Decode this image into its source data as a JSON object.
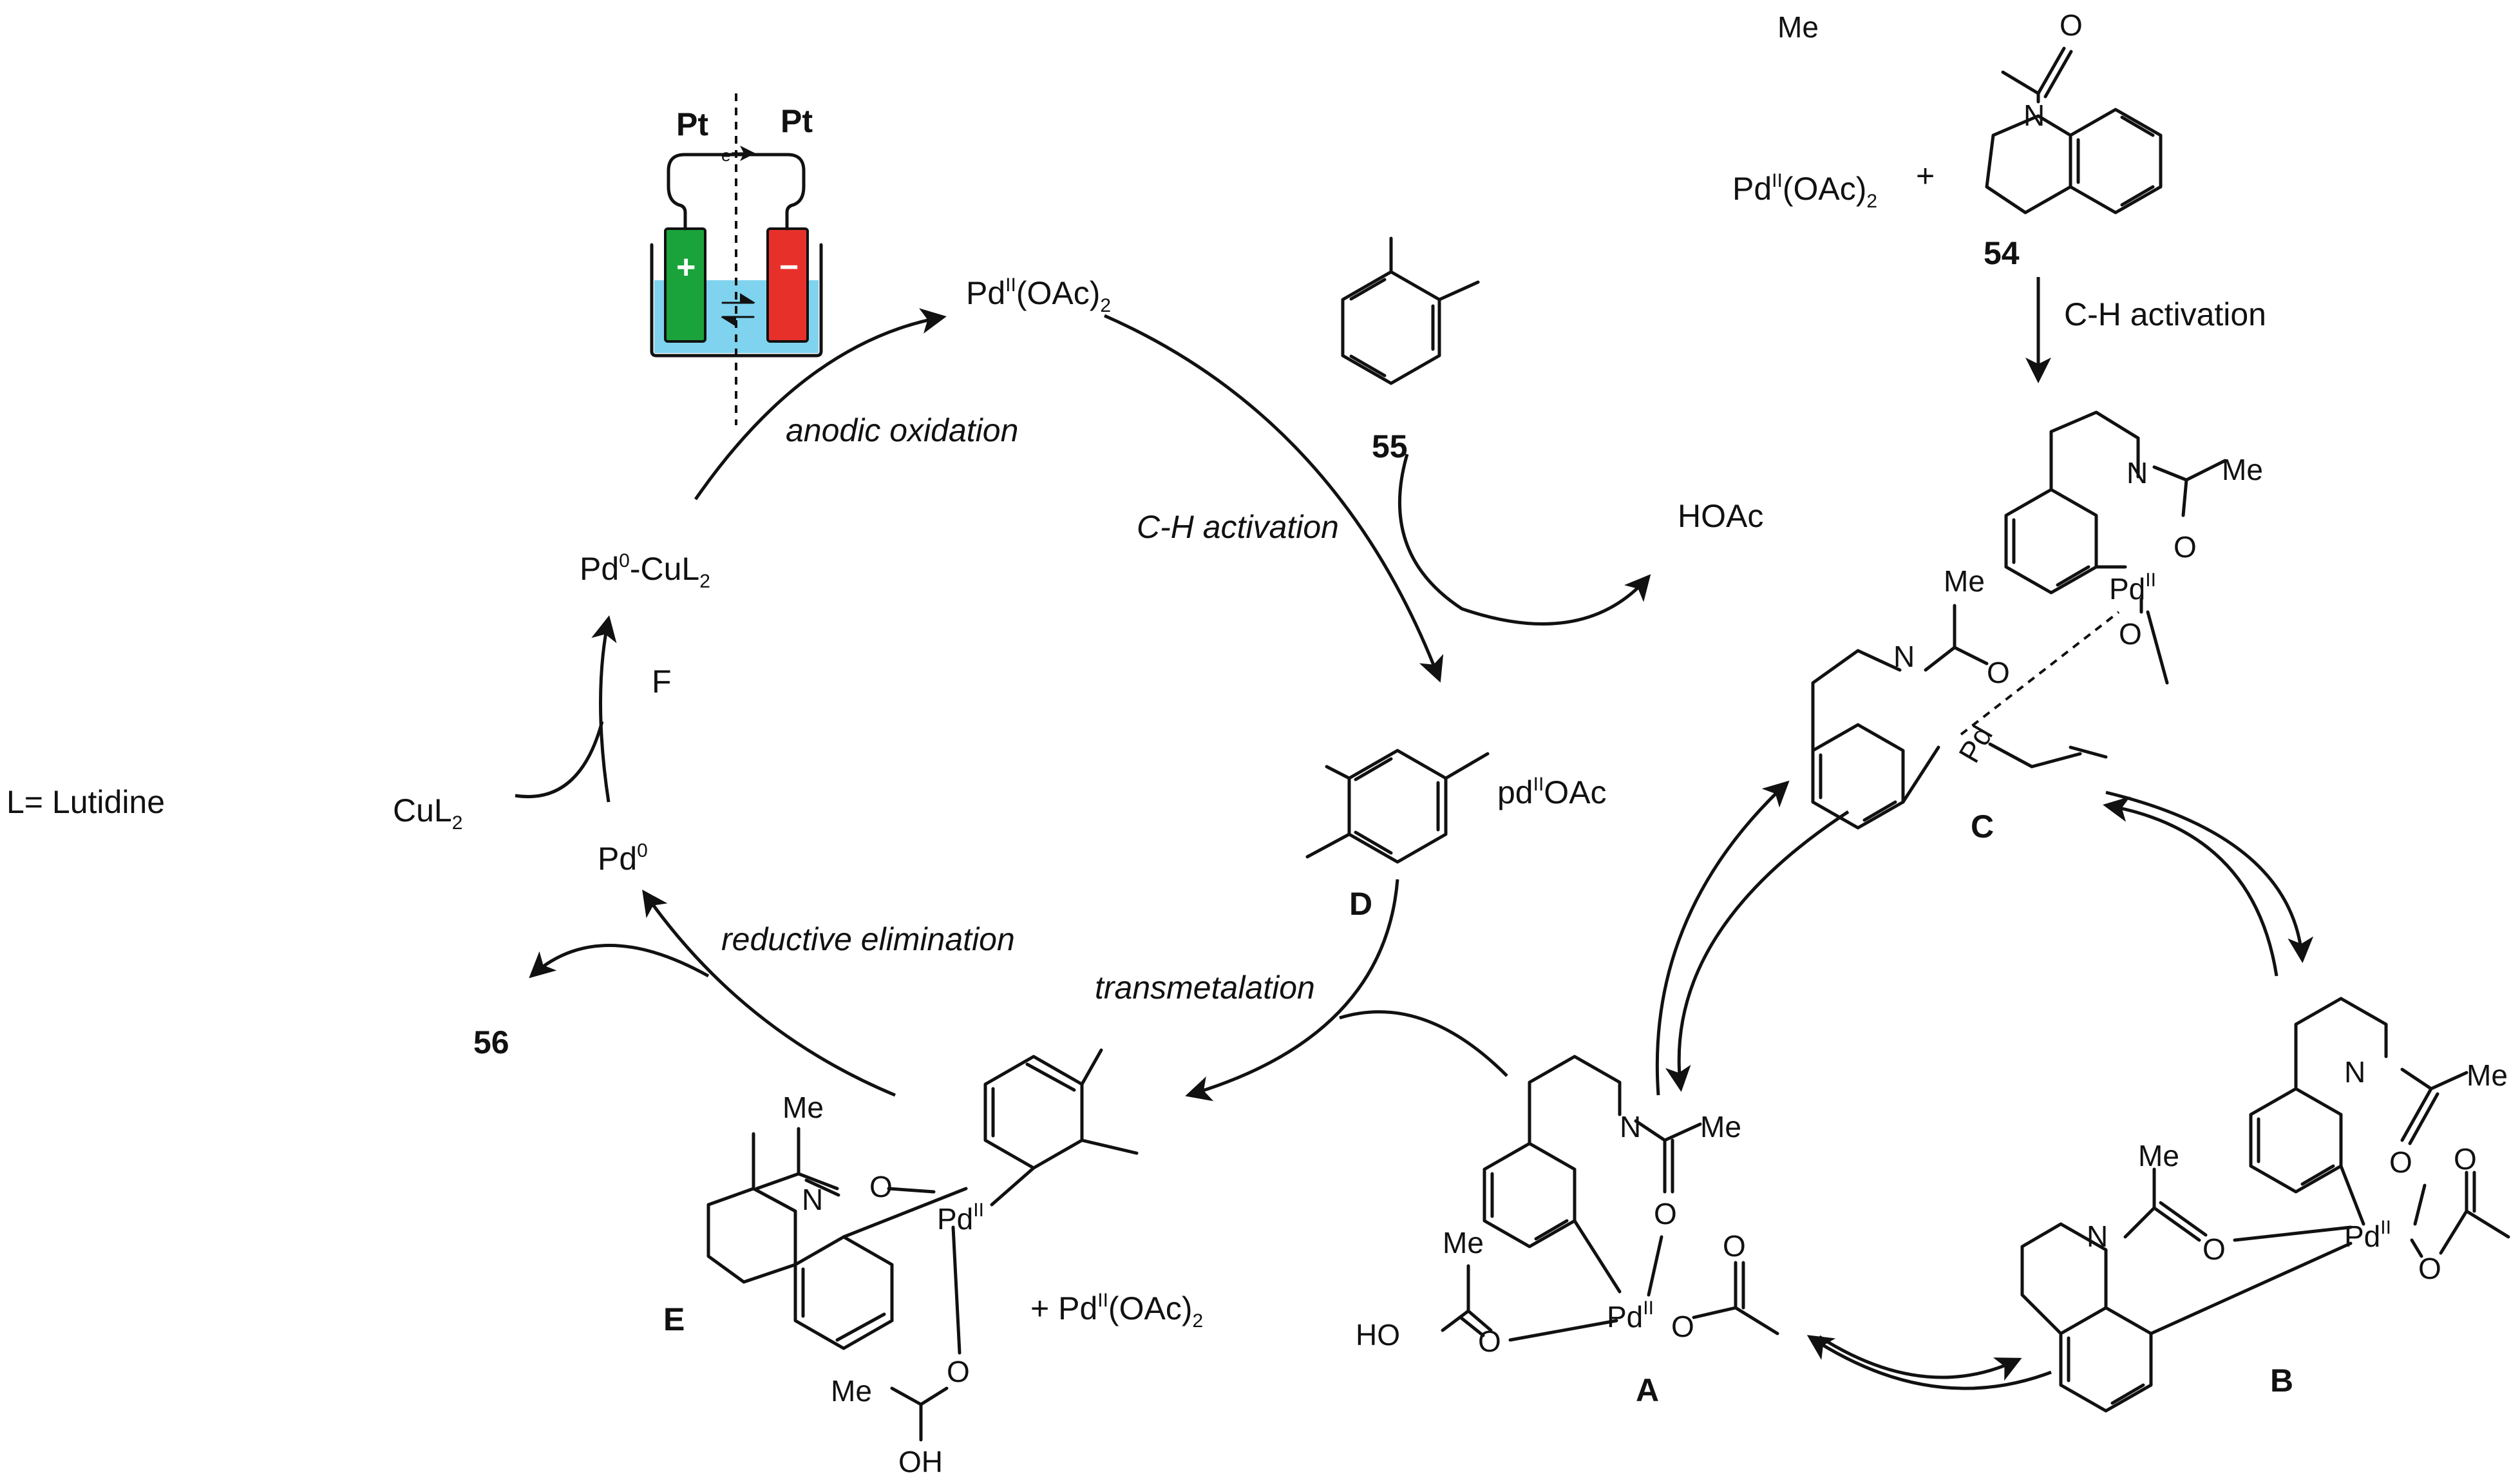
{
  "cell": {
    "anode_label": "Pt",
    "cathode_label": "Pt",
    "electron_label": "e⁻",
    "plus": "+",
    "minus": "−",
    "anode_color": "#1aa33a",
    "cathode_color": "#e8302a",
    "electrolyte_color": "#7fd3ee"
  },
  "cycle": {
    "pd2_oac2": "Pd",
    "pd2_oac2_sup": "II",
    "pd2_oac2_rest": "(OAc)",
    "pd2_oac2_sub": "2",
    "anodic_oxidation": "anodic oxidation",
    "ch_activation": "C-H activation",
    "hoac": "HOAc",
    "compound_55": "55",
    "pd0cu_a": "Pd",
    "pd0cu_sup": "0",
    "pd0cu_b": "-CuL",
    "pd0cu_sub": "2",
    "f_label": "F",
    "cul2": "CuL",
    "cul2_sub": "2",
    "pd0": "Pd",
    "pd0_sup": "0",
    "l_def": "L= Lutidine",
    "reductive_elimination": "reductive elimination",
    "transmetalation": "transmetalation",
    "compound_56": "56",
    "d_pd": "pd",
    "d_sup": "II",
    "d_rest": "OAc",
    "label_d": "D",
    "label_e": "E",
    "plus_pd": "+ Pd",
    "plus_pd_sup": "II",
    "plus_pd_rest": "(OAc)",
    "plus_pd_sub": "2"
  },
  "right": {
    "pd_oac2": "Pd",
    "pd_sup": "II",
    "pd_rest": "(OAc)",
    "pd_sub": "2",
    "plus": "+",
    "compound_54": "54",
    "ch_activation": "C-H activation",
    "label_a": "A",
    "label_b": "B",
    "label_c": "C"
  },
  "atoms": {
    "me": "Me",
    "n": "N",
    "o": "O",
    "ho": "HO",
    "oh": "OH",
    "pd": "Pd",
    "ii": "II"
  }
}
